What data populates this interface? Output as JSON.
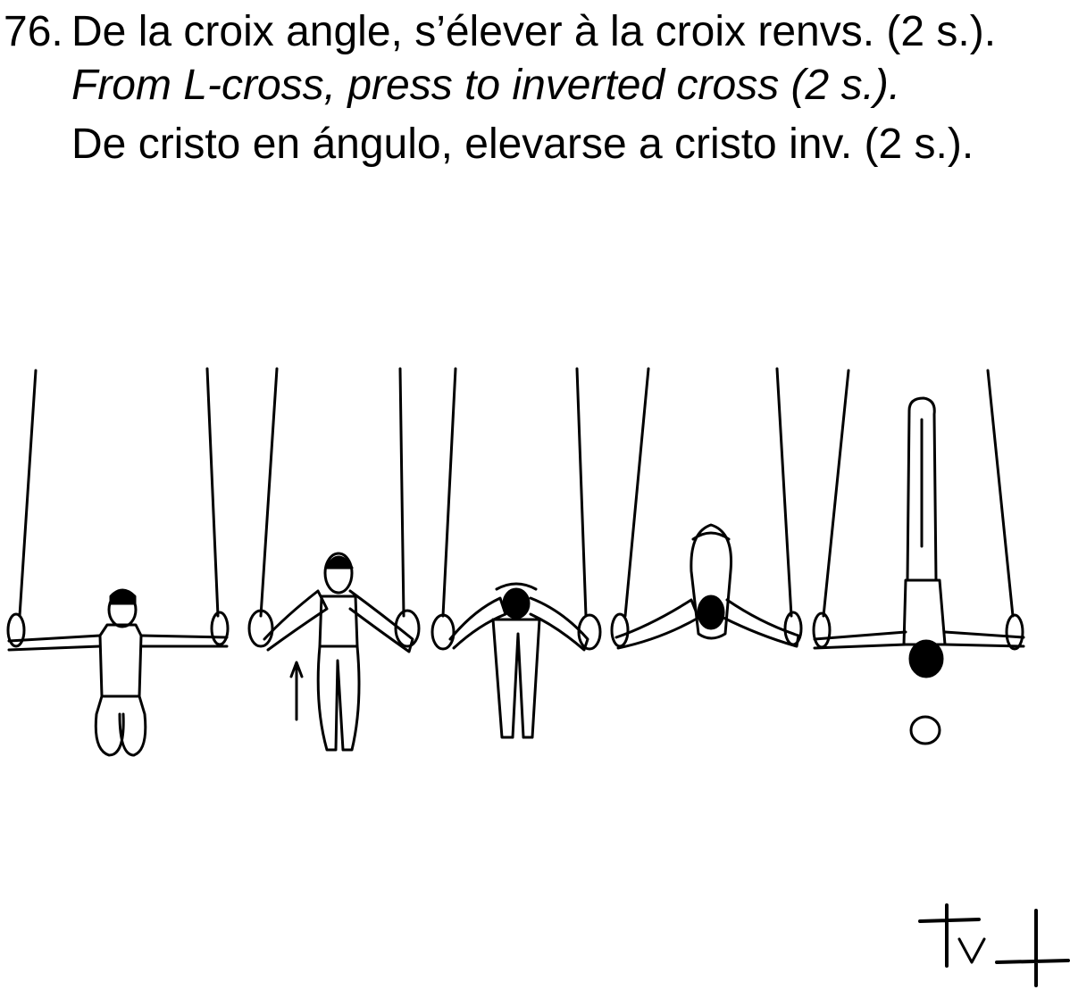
{
  "element": {
    "number": "76.",
    "text_fr": "De la croix angle, s’élever à la croix renvs. (2 s.).",
    "text_en": "From L-cross, press to inverted cross (2 s.).",
    "text_es": "De cristo en ángulo, elevarse a cristo inv. (2 s.)."
  },
  "illustration": {
    "frames": [
      {
        "name": "l-cross"
      },
      {
        "name": "press-start",
        "arrow": "up-arrow"
      },
      {
        "name": "press-middle"
      },
      {
        "name": "press-late"
      },
      {
        "name": "inverted-cross",
        "marker": "circle"
      }
    ],
    "symbol": "cross-symbol"
  }
}
